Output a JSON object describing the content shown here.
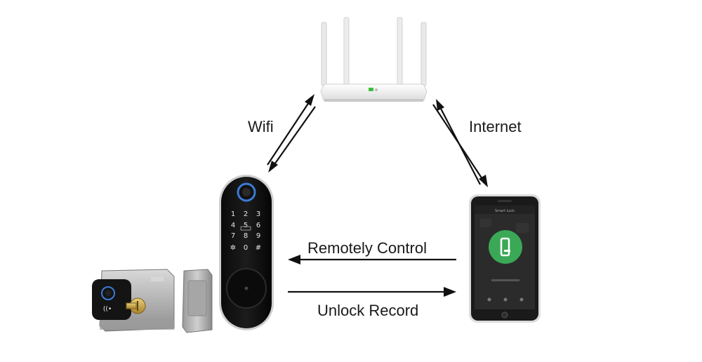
{
  "labels": {
    "wifi": "Wifi",
    "internet": "Internet",
    "remote_control": "Remotely Control",
    "unlock_record": "Unlock Record"
  },
  "keypad": {
    "keys": [
      "1",
      "2",
      "3",
      "4",
      "5",
      "6",
      "7",
      "8",
      "9",
      "✲",
      "0",
      "#"
    ]
  },
  "colors": {
    "arrow": "#111111",
    "router_body": "#f2f2f2",
    "router_led": "#3bbf3b",
    "lock_panel": "#111111",
    "fingerprint_ring": "#3a7bd5",
    "app_green": "#3aa856",
    "metal": "#bfbfbf",
    "brass": "#c9a545"
  }
}
